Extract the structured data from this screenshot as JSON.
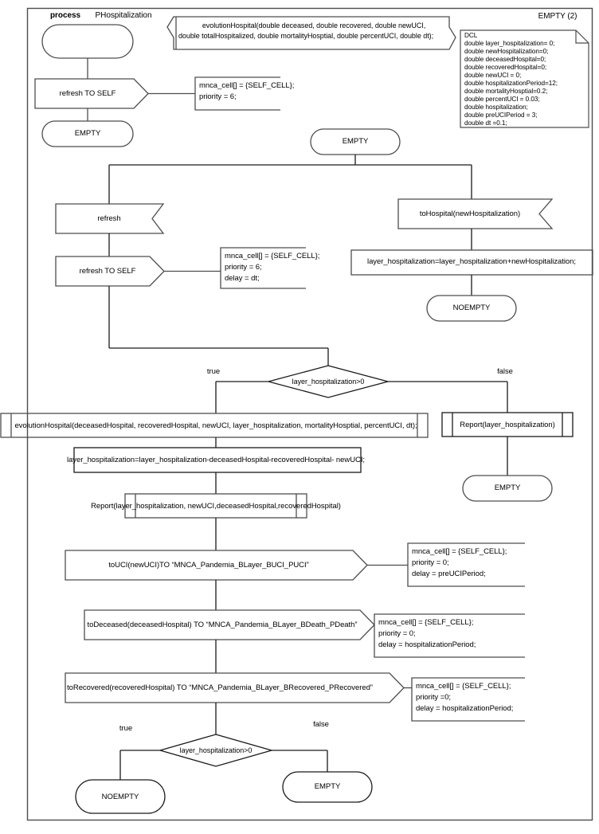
{
  "diagram": {
    "kind": "sdl-process-diagram",
    "frame_label_left": "process",
    "frame_label_right": "PHospitalization",
    "page_label": "EMPTY (2)",
    "colors": {
      "stroke_dark": "#4d4d4d",
      "stroke_black": "#1a1a1a",
      "background": "#ffffff",
      "text": "#000000"
    }
  },
  "procedure_signature": {
    "line1": "evolutionHospital(double deceased, double recovered, double newUCI,",
    "line2": "double totalHospitalized, double mortalityHosptial, double percentUCI, double dt);"
  },
  "declaration_block": {
    "title": "DCL",
    "lines": [
      "double layer_hospitalization= 0;",
      "double newHospitalization=0;",
      "double deceasedHospital=0;",
      "double recoveredHospital=0;",
      "double newUCI = 0;",
      "double hospitalizationPeriod=12;",
      "double mortalityHosptial=0.2;",
      "double percentUCI = 0.03;",
      "double hospitalization;",
      "double preUCIPeriod = 3;",
      "double dt =0.1;"
    ]
  },
  "nodes": {
    "start_state": "",
    "out_refresh_self_top": "refresh TO SELF",
    "state_empty_top": "EMPTY",
    "state_empty_mid": "EMPTY",
    "input_refresh": "refresh",
    "out_refresh_self_mid": "refresh TO SELF",
    "input_to_hospital": "toHospital(newHospitalization)",
    "task_add_hospitalization": "layer_hospitalization=layer_hospitalization+newHospitalization;",
    "state_noempty_right": "NOEMPTY",
    "decision_top": "layer_hospitalization>0",
    "call_evolution": "evolutionHospital(deceasedHospital, recoveredHospital, newUCI, layer_hospitalization, mortalityHosptial, percentUCI, dt);",
    "task_subtract": "layer_hospitalization=layer_hospitalization-deceasedHospital-recoveredHospital- newUCI;",
    "call_report_full": "Report(layer_hospitalization, newUCI,deceasedHospital,recoveredHospital)",
    "call_report_short": "Report(layer_hospitalization)",
    "state_empty_false": "EMPTY",
    "out_to_uci": "toUCI(newUCI)TO “MNCA_Pandemia_BLayer_BUCI_PUCI”",
    "out_to_deceased": "toDeceased(deceasedHospital) TO “MNCA_Pandemia_BLayer_BDeath_PDeath”",
    "out_to_recovered": "toRecovered(recoveredHospital) TO “MNCA_Pandemia_BLayer_BRecovered_PRecovered”",
    "decision_bottom": "layer_hospitalization>0",
    "state_noempty_bottom": "NOEMPTY",
    "state_empty_bottom": "EMPTY"
  },
  "branch_labels": {
    "top_true": "true",
    "top_false": "false",
    "bottom_true": "true",
    "bottom_false": "false"
  },
  "comments": {
    "c1": [
      "mnca_cell[] = {SELF_CELL};",
      "priority = 6;"
    ],
    "c2": [
      "mnca_cell[] = {SELF_CELL};",
      "priority = 6;",
      "delay = dt;"
    ],
    "c3": [
      "mnca_cell[] = {SELF_CELL};",
      "priority = 0;",
      "delay = preUCIPeriod;"
    ],
    "c4": [
      "mnca_cell[] = {SELF_CELL};",
      "priority = 0;",
      "delay = hospitalizationPeriod;"
    ],
    "c5": [
      "mnca_cell[] = {SELF_CELL};",
      "priority =0;",
      "delay = hospitalizationPeriod;"
    ]
  }
}
